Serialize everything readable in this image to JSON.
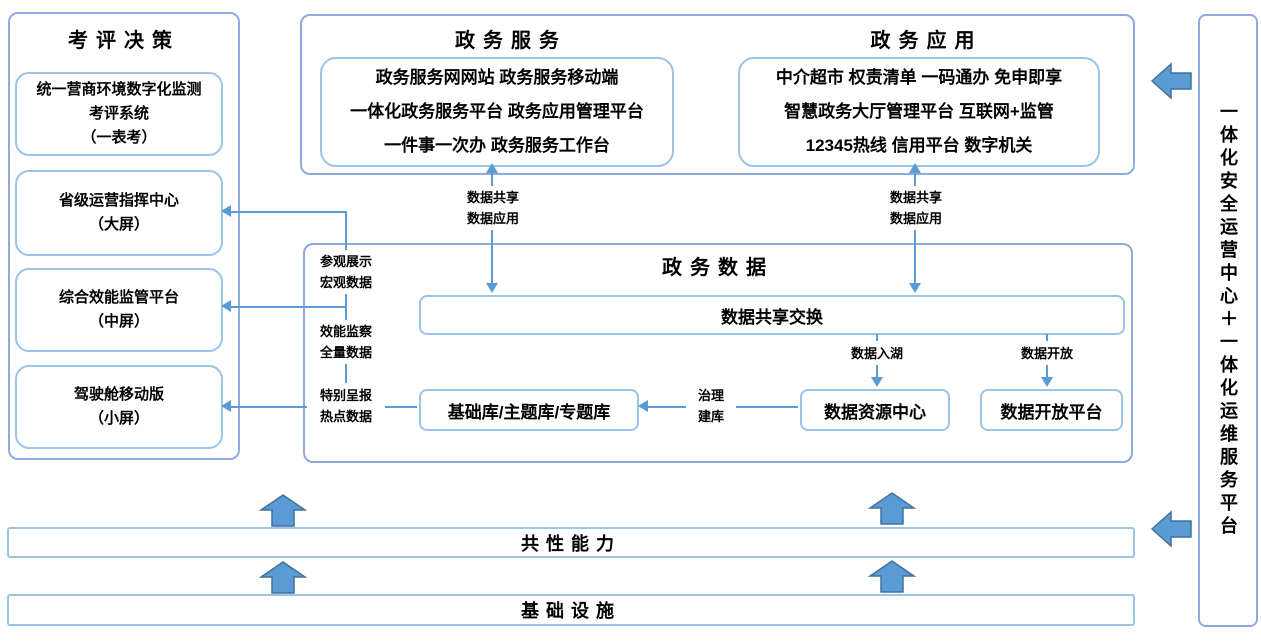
{
  "colors": {
    "connector": "#5B9BD5",
    "block_arrow_fill": "#5B9BD5",
    "block_arrow_border": "#41719C",
    "panel_border": "#8FAADC",
    "box_border": "#9DC3E6",
    "text": "#000000"
  },
  "left_panel": {
    "title": "考评决策",
    "boxes": [
      "统一营商环境数字化监测\n考评系统\n（一表考）",
      "省级运营指挥中心\n（大屏）",
      "综合效能监管平台\n（中屏）",
      "驾驶舱移动版\n（小屏）"
    ]
  },
  "top_section": {
    "services": {
      "title": "政务服务",
      "lines": [
        "政务服务网网站 政务服务移动端",
        "一体化政务服务平台 政务应用管理平台",
        "一件事一次办 政务服务工作台"
      ]
    },
    "applications": {
      "title": "政务应用",
      "lines": [
        "中介超市 权责清单 一码通办 免申即享",
        "智慧政务大厅管理平台 互联网+监管",
        "12345热线 信用平台 数字机关"
      ]
    }
  },
  "data_section": {
    "title": "政务数据",
    "exchange_bar": "数据共享交换",
    "base_db": "基础库/主题库/专题库",
    "resource_center": "数据资源中心",
    "open_platform": "数据开放平台"
  },
  "flow_labels": {
    "share_left": "数据共享\n数据应用",
    "share_right": "数据共享\n数据应用",
    "data_lake": "数据入湖",
    "data_open": "数据开放",
    "govern": "治理\n建库",
    "visit": "参观展示\n宏观数据",
    "efficiency": "效能监察\n全量数据",
    "special": "特别呈报\n热点数据"
  },
  "bottom_bars": {
    "capability": "共性能力",
    "infrastructure": "基础设施"
  },
  "right_column": {
    "text": "一体化安全运营中心＋一体化运维服务平台"
  }
}
